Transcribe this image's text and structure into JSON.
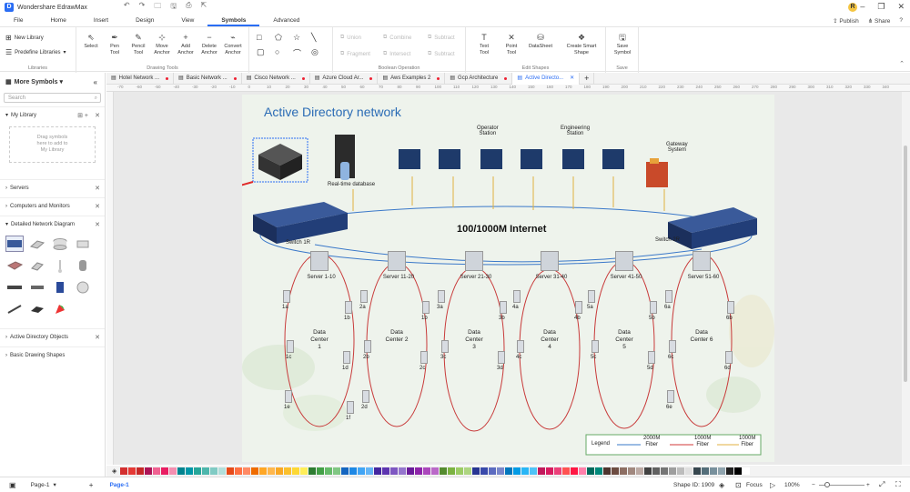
{
  "app": {
    "title": "Wondershare EdrawMax",
    "logo_letter": "D",
    "avatar": "R"
  },
  "quick_access": [
    "↶",
    "↷",
    "🗀",
    "🖫",
    "⎙",
    "⇱"
  ],
  "window_controls": [
    "–",
    "❐",
    "✕"
  ],
  "menu": {
    "items": [
      "File",
      "Home",
      "Insert",
      "Design",
      "View",
      "Symbols",
      "Advanced"
    ],
    "active": "Symbols",
    "right": [
      "Publish",
      "Share",
      "?"
    ]
  },
  "ribbon": {
    "libraries": {
      "new_library": "New Library",
      "predefine": "Predefine Libraries",
      "label": "Libraries"
    },
    "drawing_tools": {
      "buttons": [
        {
          "icon": "⇖",
          "label": "Select"
        },
        {
          "icon": "✒",
          "label": "Pen\nTool"
        },
        {
          "icon": "✎",
          "label": "Pencil\nTool"
        },
        {
          "icon": "⊹",
          "label": "Move\nAnchor"
        },
        {
          "icon": "+",
          "label": "Add\nAnchor"
        },
        {
          "icon": "−",
          "label": "Delete\nAnchor"
        },
        {
          "icon": "⌁",
          "label": "Convert\nAnchor"
        }
      ],
      "label": "Drawing Tools"
    },
    "boolean": {
      "items": [
        "Union",
        "Combine",
        "Subtract",
        "Fragment",
        "Intersect",
        "Subtract"
      ],
      "label": "Boolean Operation"
    },
    "edit_shapes": {
      "buttons": [
        {
          "icon": "T",
          "label": "Text\nTool"
        },
        {
          "icon": "✕",
          "label": "Point\nTool"
        },
        {
          "icon": "⛁",
          "label": "DataSheet"
        },
        {
          "icon": "❖",
          "label": "Create Smart\nShape"
        }
      ],
      "label": "Edit Shapes"
    },
    "save": {
      "button": {
        "icon": "🖫",
        "label": "Save\nSymbol"
      },
      "label": "Save"
    }
  },
  "sidebar": {
    "title": "More Symbols",
    "search_placeholder": "Search",
    "my_library": "My Library",
    "drop_hint": "Drag symbols\nhere to add to\nMy Library",
    "sections": [
      "Servers",
      "Computers and Monitors",
      "Detailed Network Diagram"
    ],
    "bottom_sections": [
      "Active Directory Objects",
      "Basic Drawing Shapes"
    ]
  },
  "tabs": [
    {
      "label": "Hotel Network ..."
    },
    {
      "label": "Basic Network ..."
    },
    {
      "label": "Cisco Network ..."
    },
    {
      "label": "Azure Cloud Ar..."
    },
    {
      "label": "Aws Examples 2"
    },
    {
      "label": "Gcp Architecture"
    },
    {
      "label": "Active Directo...",
      "active": true
    }
  ],
  "ruler_h": [
    "-70",
    "-60",
    "-50",
    "-40",
    "-30",
    "-20",
    "-10",
    "0",
    "10",
    "20",
    "30",
    "40",
    "50",
    "60",
    "70",
    "80",
    "90",
    "100",
    "110",
    "120",
    "130",
    "140",
    "150",
    "160",
    "170",
    "180",
    "190",
    "200",
    "210",
    "220",
    "230",
    "240",
    "250",
    "260",
    "270",
    "280",
    "290",
    "300",
    "310",
    "320",
    "330",
    "340"
  ],
  "diagram": {
    "title": "Active Directory network",
    "realtime_db": "Real-time database",
    "operator_station": "Operator\nStation",
    "engineering_station": "Engineering\nStation",
    "gateway": "Gateway\nSystem",
    "internet": "100/1000M Internet",
    "switch1": "Switch 1R",
    "switch2": "Switch 2R",
    "datacenters": [
      {
        "server": "Server 1-10",
        "name": "Data\nCenter\n1",
        "nodes": [
          "1a",
          "1b",
          "1c",
          "1d",
          "1e",
          "1f"
        ]
      },
      {
        "server": "Server 11-20",
        "name": "Data\nCenter 2",
        "nodes": [
          "2a",
          "1b",
          "2b",
          "2c",
          "2d"
        ]
      },
      {
        "server": "Server 21-30",
        "name": "Data\nCenter\n3",
        "nodes": [
          "3a",
          "3b",
          "3c",
          "3d"
        ]
      },
      {
        "server": "Server 31-40",
        "name": "Data\nCenter\n4",
        "nodes": [
          "4a",
          "4b",
          "4c"
        ]
      },
      {
        "server": "Server 41-50",
        "name": "Data\nCenter\n5",
        "nodes": [
          "5a",
          "5b",
          "5c",
          "5d"
        ]
      },
      {
        "server": "Server 51-60",
        "name": "Data\nCenter 6",
        "nodes": [
          "6a",
          "6b",
          "6c",
          "6d",
          "6e"
        ]
      }
    ],
    "legend": {
      "title": "Legend",
      "items": [
        "2000M\nFiber",
        "1000M\nFiber",
        "1000M\nFiber"
      ],
      "colors": [
        "#3a78c9",
        "#d03a3a",
        "#e0b040"
      ]
    }
  },
  "colors": {
    "accent": "#2a6df4",
    "arrow": "#e02a2a",
    "blue_line": "#3a78c9",
    "red_line": "#c83a3a",
    "yellow_line": "#e0b040"
  },
  "palette": [
    "#d32f2f",
    "#e53935",
    "#c62828",
    "#ad1457",
    "#f06292",
    "#e91e63",
    "#f48fb1",
    "#00838f",
    "#0097a7",
    "#26a69a",
    "#4db6ac",
    "#80cbc4",
    "#b2dfdb",
    "#e64a19",
    "#ff7043",
    "#ff8a65",
    "#ef6c00",
    "#ffa726",
    "#ffb74d",
    "#f9a825",
    "#fbc02d",
    "#fdd835",
    "#ffee58",
    "#2e7d32",
    "#43a047",
    "#66bb6a",
    "#81c784",
    "#1565c0",
    "#1e88e5",
    "#42a5f5",
    "#64b5f6",
    "#4527a0",
    "#5e35b1",
    "#7e57c2",
    "#9575cd",
    "#6a1b9a",
    "#8e24aa",
    "#ab47bc",
    "#ba68c8",
    "#558b2f",
    "#7cb342",
    "#9ccc65",
    "#aed581",
    "#283593",
    "#3949ab",
    "#5c6bc0",
    "#7986cb",
    "#0277bd",
    "#039be5",
    "#29b6f6",
    "#4fc3f7",
    "#c2185b",
    "#d81b60",
    "#ec407a",
    "#ff5252",
    "#ff1744",
    "#ff80ab",
    "#00695c",
    "#00897b",
    "#4e342e",
    "#6d4c41",
    "#8d6e63",
    "#a1887f",
    "#bcaaa4",
    "#424242",
    "#616161",
    "#757575",
    "#9e9e9e",
    "#bdbdbd",
    "#e0e0e0",
    "#37474f",
    "#546e7a",
    "#78909c",
    "#90a4ae",
    "#212121",
    "#000000",
    "#ffffff"
  ],
  "status": {
    "page_selector": "Page-1",
    "page_tab": "Page-1",
    "shape_id": "Shape ID: 1909",
    "focus": "Focus",
    "zoom": "100%"
  }
}
